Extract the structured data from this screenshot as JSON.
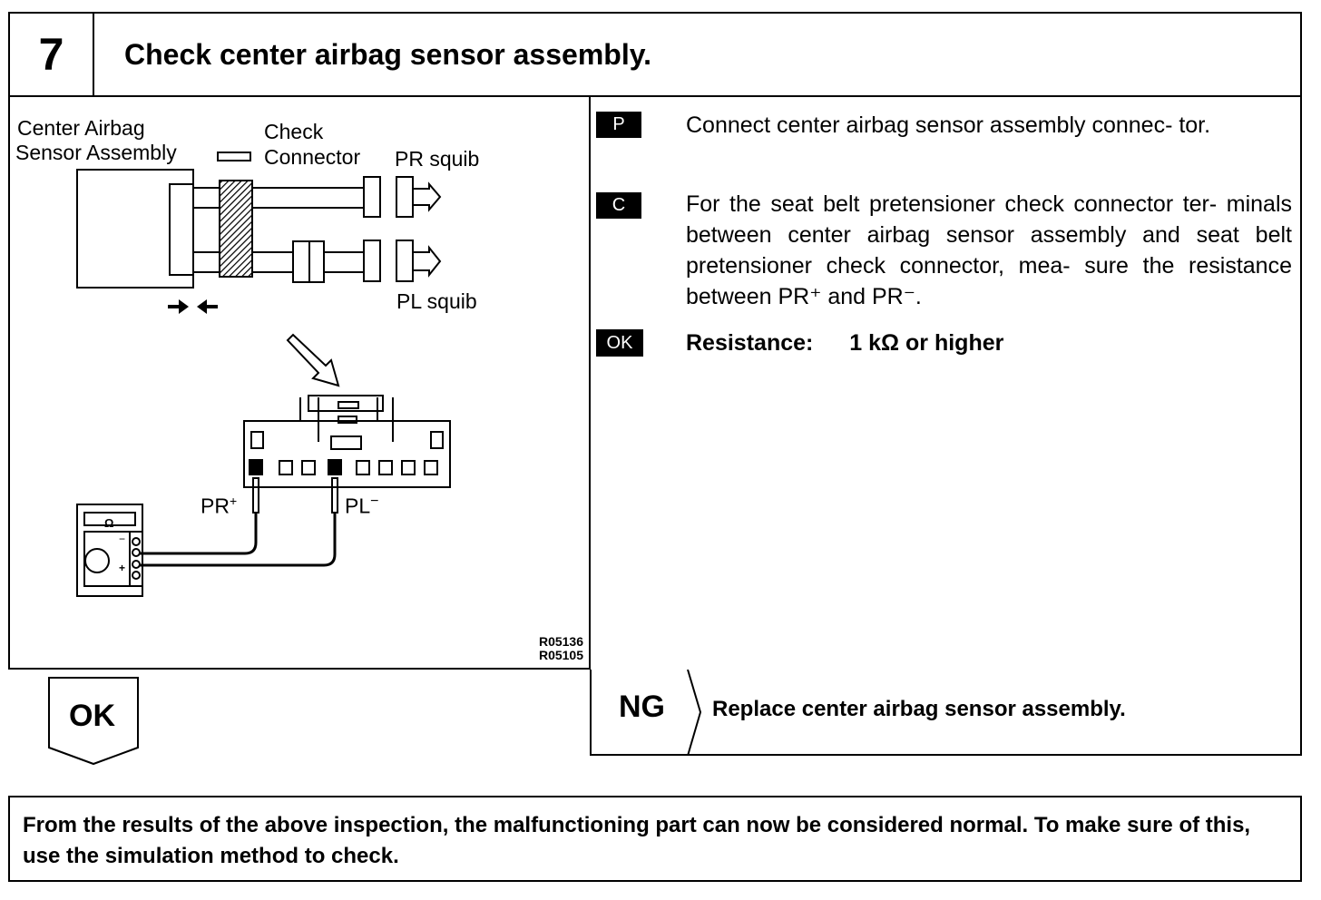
{
  "header": {
    "step_number": "7",
    "title": "Check center airbag sensor assembly."
  },
  "diagram": {
    "label_center_airbag_line1": "Center Airbag",
    "label_center_airbag_line2": "Sensor Assembly",
    "label_check_line1": "Check",
    "label_check_line2": "Connector",
    "label_pr_squib": "PR squib",
    "label_pl_squib": "PL squib",
    "label_pr_plus": "PR",
    "label_pr_sup": "+",
    "label_pl_minus": "PL",
    "label_pl_sup": "−",
    "meter_symbol": "Ω",
    "code_1": "R05136",
    "code_2": "R05105"
  },
  "steps": [
    {
      "badge": "P",
      "text": "Connect center airbag sensor assembly connec- tor."
    },
    {
      "badge": "C",
      "text": "For the seat belt pretensioner check connector ter- minals between center airbag sensor assembly and seat belt pretensioner check connector, mea- sure the resistance between PR⁺ and PR⁻."
    },
    {
      "badge": "OK",
      "label": "Resistance:",
      "value": "1 kΩ or higher"
    }
  ],
  "ok_branch": {
    "label": "OK"
  },
  "ng_branch": {
    "label": "NG",
    "action": "Replace center airbag sensor assembly."
  },
  "note": "From the results of the above inspection, the malfunctioning part can now be considered normal. To make sure of this, use the simulation method to check."
}
